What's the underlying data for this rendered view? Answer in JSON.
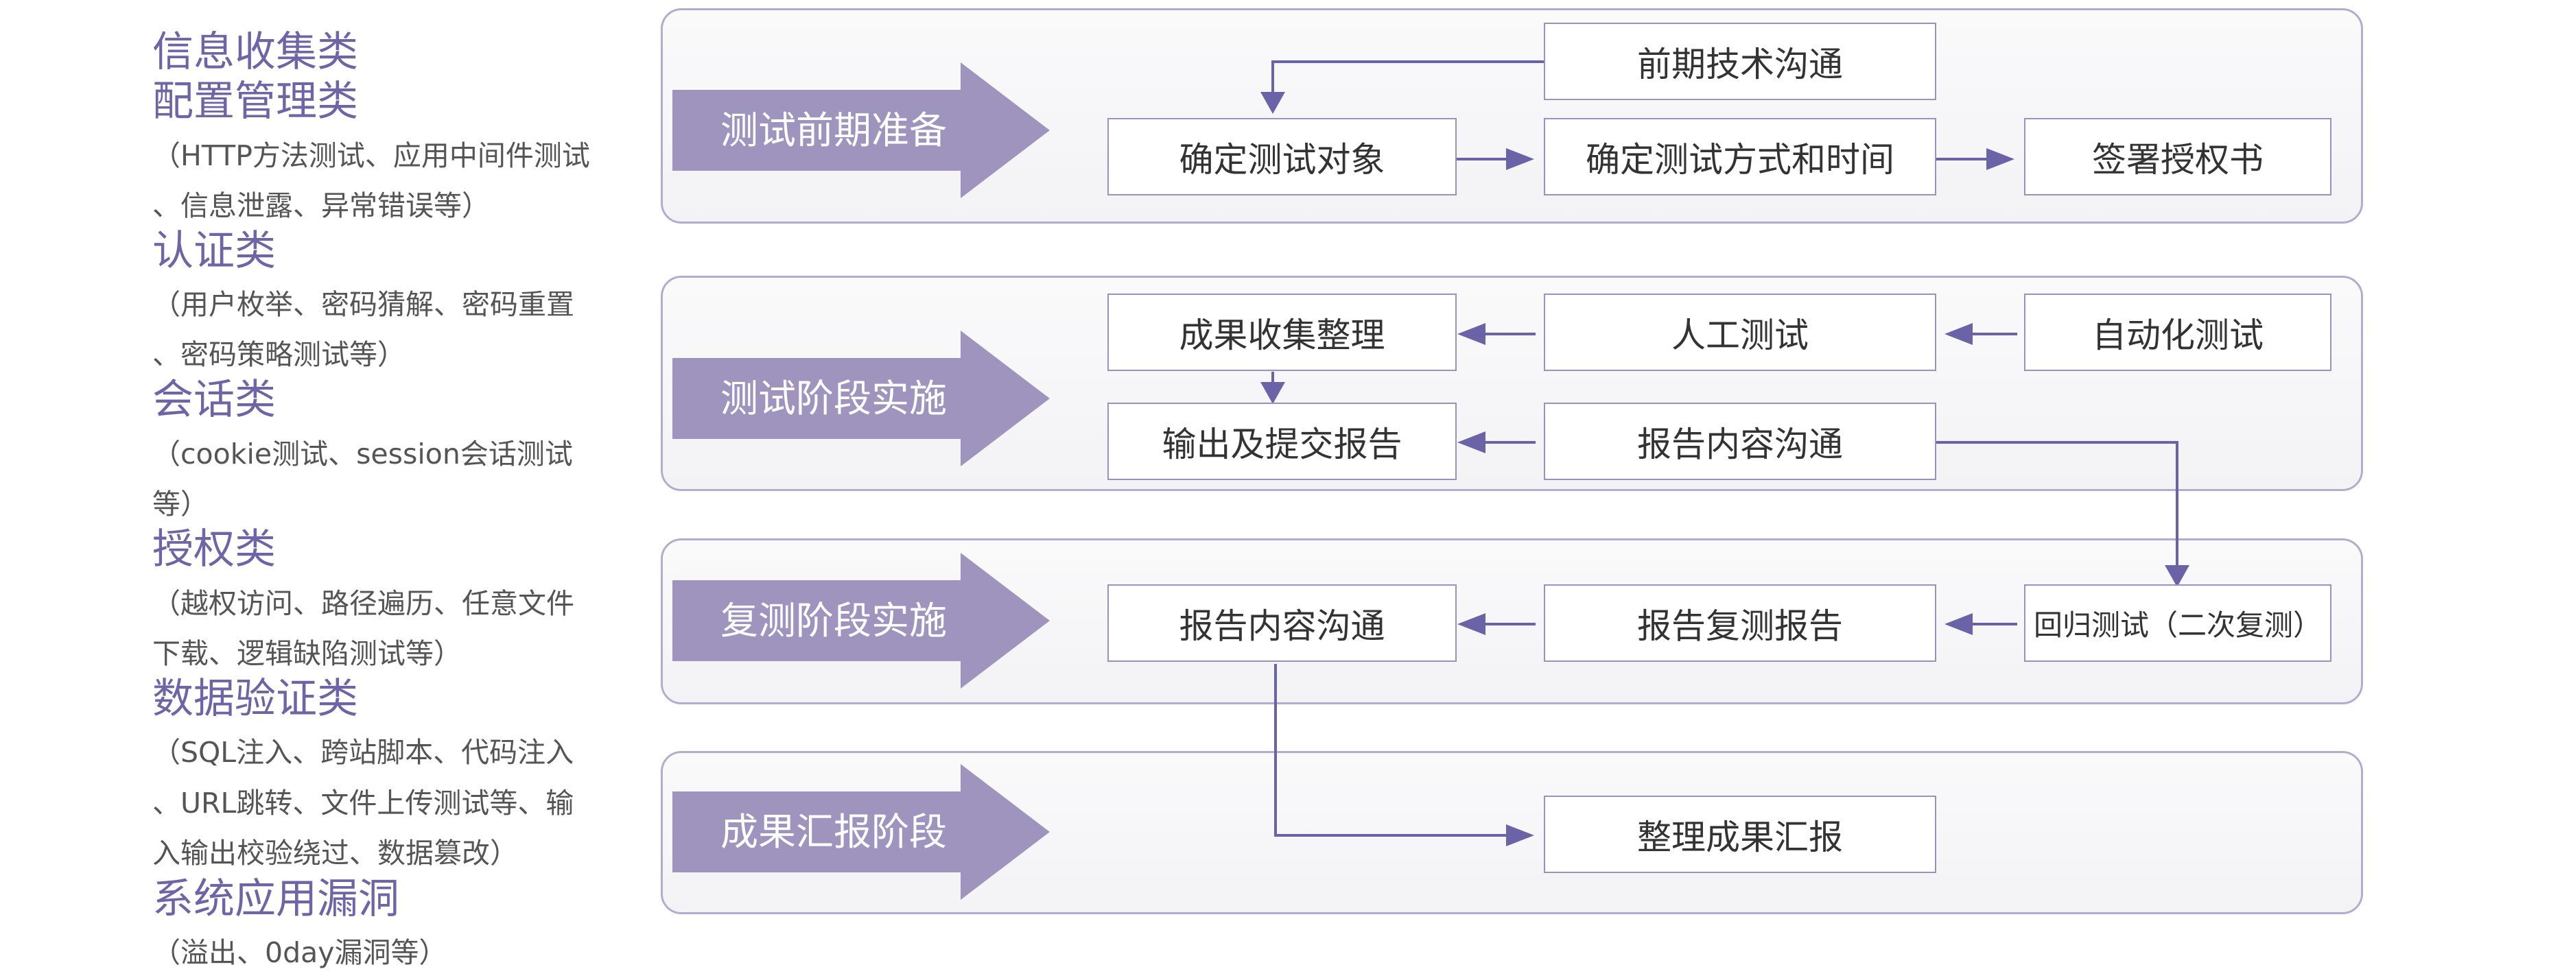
{
  "left_list": [
    {
      "title": "信息收集类",
      "desc": []
    },
    {
      "title": "配置管理类",
      "desc": [
        "（HTTP方法测试、应用中间件测试",
        "、信息泄露、异常错误等）"
      ]
    },
    {
      "title": "认证类",
      "desc": [
        "（用户枚举、密码猜解、密码重置",
        "、密码策略测试等）"
      ]
    },
    {
      "title": "会话类",
      "desc": [
        "（cookie测试、session会话测试",
        "等）"
      ]
    },
    {
      "title": "授权类",
      "desc": [
        "（越权访问、路径遍历、任意文件",
        "下载、逻辑缺陷测试等）"
      ]
    },
    {
      "title": "数据验证类",
      "desc": [
        "（SQL注入、跨站脚本、代码注入",
        "、URL跳转、文件上传测试等、输",
        "入输出校验绕过、数据篡改）"
      ]
    },
    {
      "title": "系统应用漏洞",
      "desc": [
        "（溢出、0day漏洞等）"
      ]
    }
  ],
  "stages": [
    {
      "label": "测试前期准备"
    },
    {
      "label": "测试阶段实施"
    },
    {
      "label": "复测阶段实施"
    },
    {
      "label": "成果汇报阶段"
    }
  ],
  "boxes": {
    "pre_comm": "前期技术沟通",
    "confirm_target": "确定测试对象",
    "confirm_method": "确定测试方式和时间",
    "sign_auth": "签署授权书",
    "collect_results": "成果收集整理",
    "manual_test": "人工测试",
    "auto_test": "自动化测试",
    "output_report": "输出及提交报告",
    "report_comm": "报告内容沟通",
    "report_comm_2": "报告内容沟通",
    "retest_report": "报告复测报告",
    "regression_test": "回归测试（二次复测）",
    "final_report": "整理成果汇报"
  },
  "colors": {
    "accent_text": "#6e64a6",
    "stage_arrow": "#9e94bd",
    "connector": "#6b63a8",
    "panel_border": "#b2acd0",
    "box_border": "#9891c4"
  }
}
